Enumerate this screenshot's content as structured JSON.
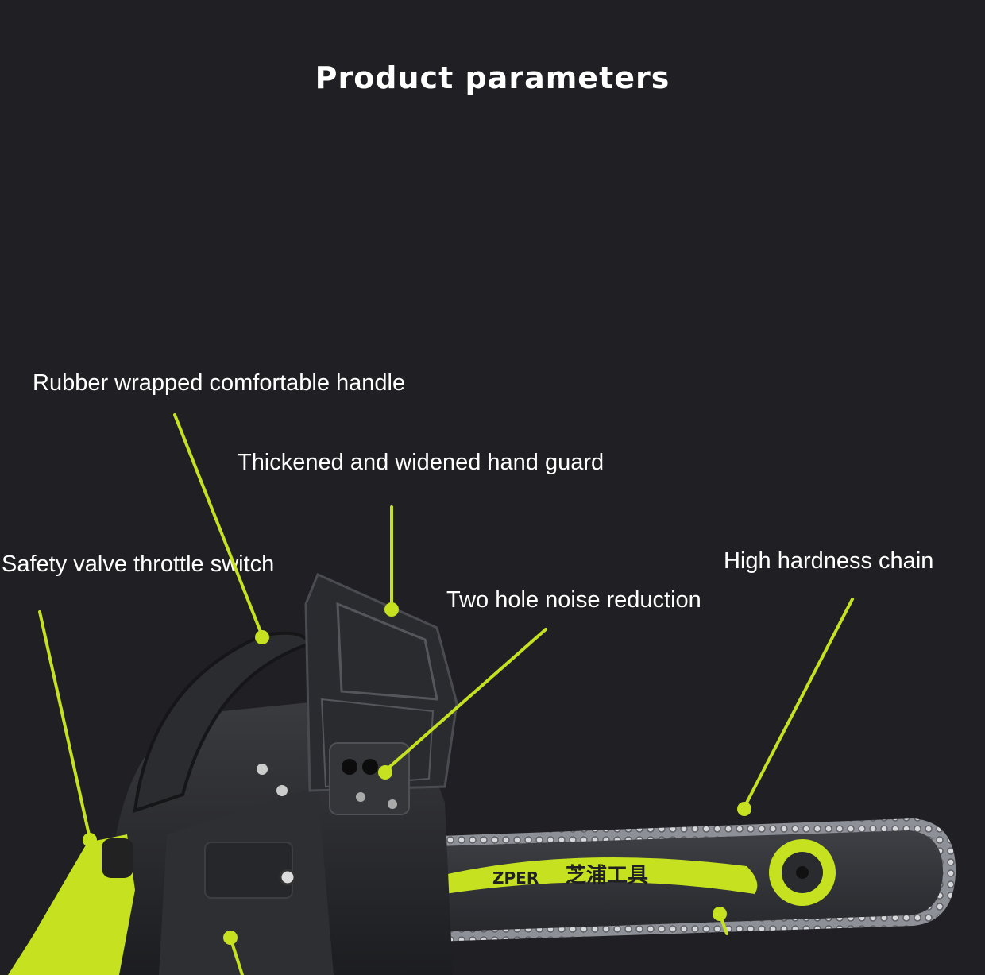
{
  "title": "Product parameters",
  "callouts": {
    "handle": "Rubber wrapped comfortable handle",
    "hand_guard": "Thickened and widened hand guard",
    "throttle": "Safety valve throttle switch",
    "chain": "High hardness chain",
    "noise": "Two hole noise reduction"
  },
  "bar_logo": {
    "brand": "ZPER",
    "cn_text": "芝浦工具"
  },
  "colors": {
    "background": "#1f1f24",
    "accent": "#c6e11f",
    "body_dark": "#2c2d30"
  }
}
